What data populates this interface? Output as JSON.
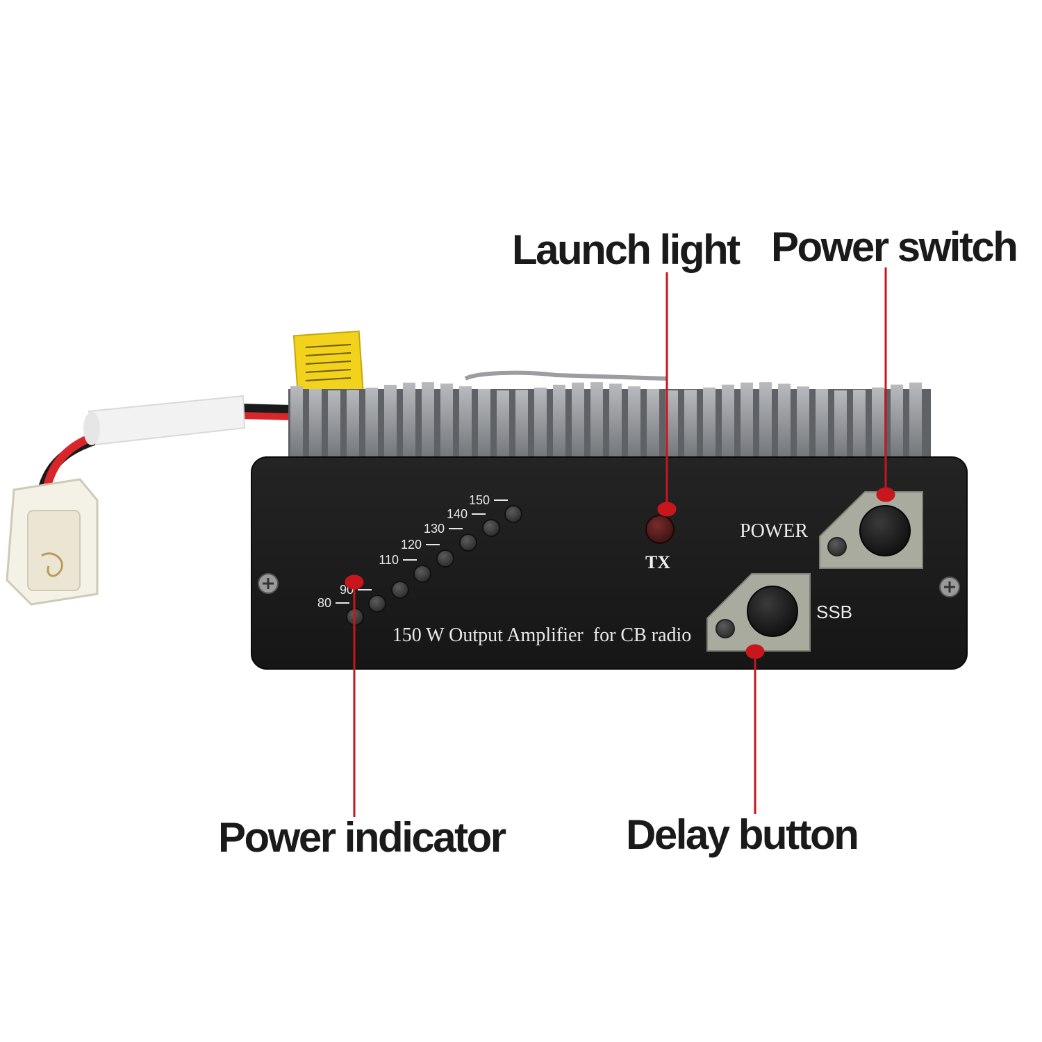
{
  "callouts": {
    "launch_light": "Launch light",
    "power_switch": "Power switch",
    "power_indicator": "Power indicator",
    "delay_button": "Delay button"
  },
  "panel": {
    "tx_label": "TX",
    "power_label": "POWER",
    "ssb_label": "SSB",
    "product_text": "150 W Output Amplifier  for CB radio",
    "meter_scale": [
      "80",
      "90",
      "110",
      "120",
      "130",
      "140",
      "150"
    ]
  },
  "colors": {
    "leader_line": "#c8161d",
    "panel": "#1b1b1b",
    "heatsink": "#8f9296",
    "button_plate": "#a9ab9f",
    "tx_led": "#5a1a1a"
  }
}
